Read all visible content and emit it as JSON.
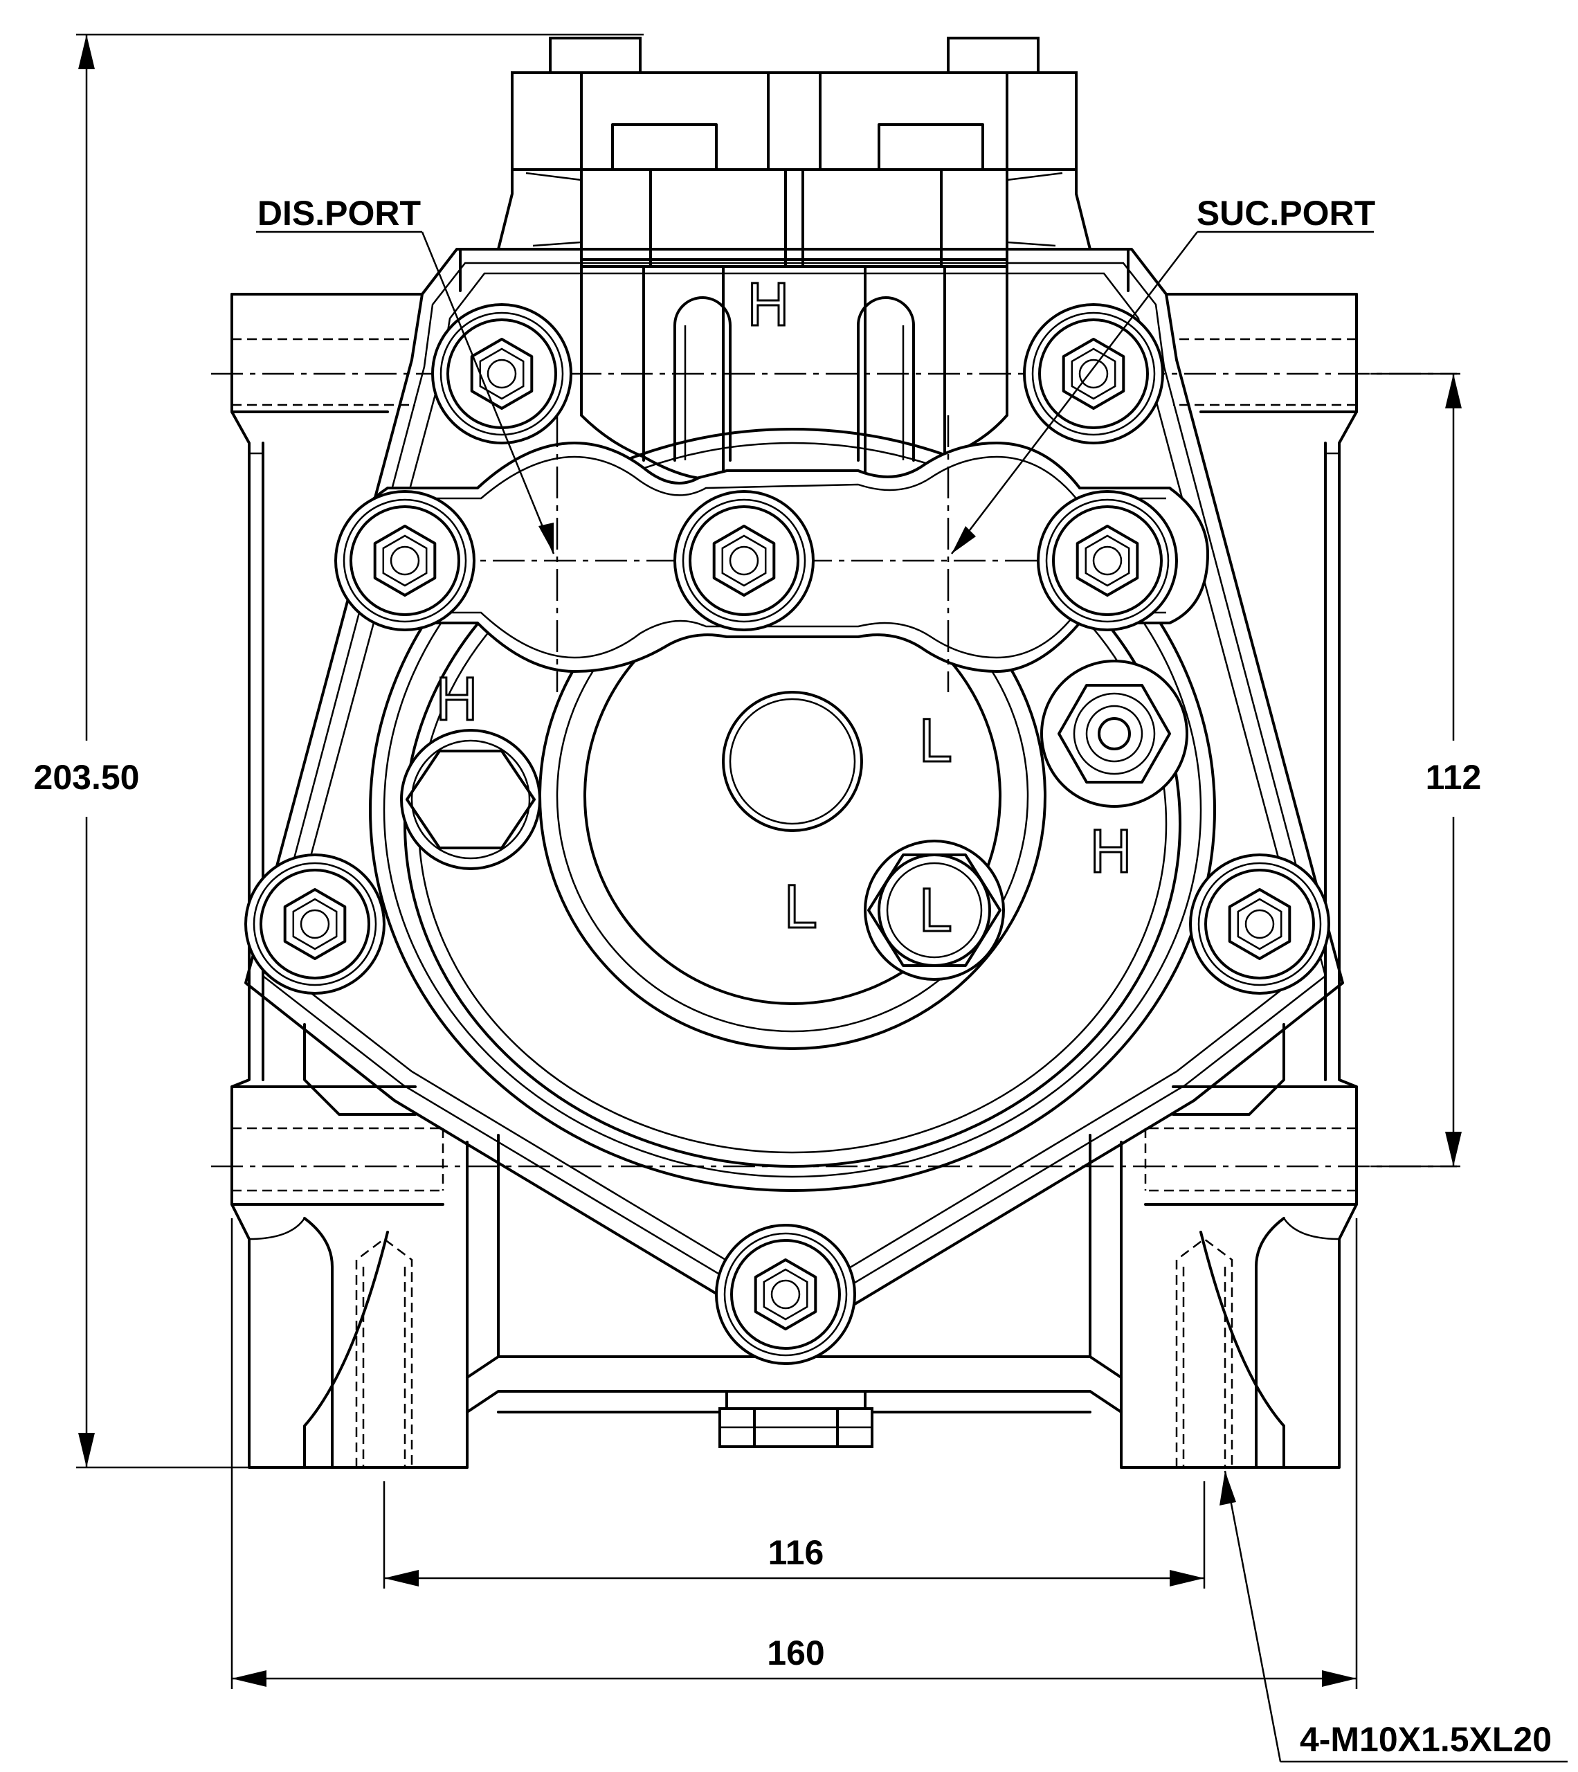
{
  "labels": {
    "dis_port": "DIS.PORT",
    "suc_port": "SUC.PORT",
    "thread_note": "4-M10X1.5XL20"
  },
  "dimensions": {
    "overall_height": "203.50",
    "port_spacing": "112",
    "mount_hole_spacing": "116",
    "overall_width": "160"
  },
  "marks": {
    "h_top": "H",
    "h_left": "H",
    "h_right": "H",
    "l_upper": "L",
    "l_lower": "L",
    "l_plug": "L"
  },
  "colors": {
    "line": "#000000",
    "background": "#ffffff"
  }
}
